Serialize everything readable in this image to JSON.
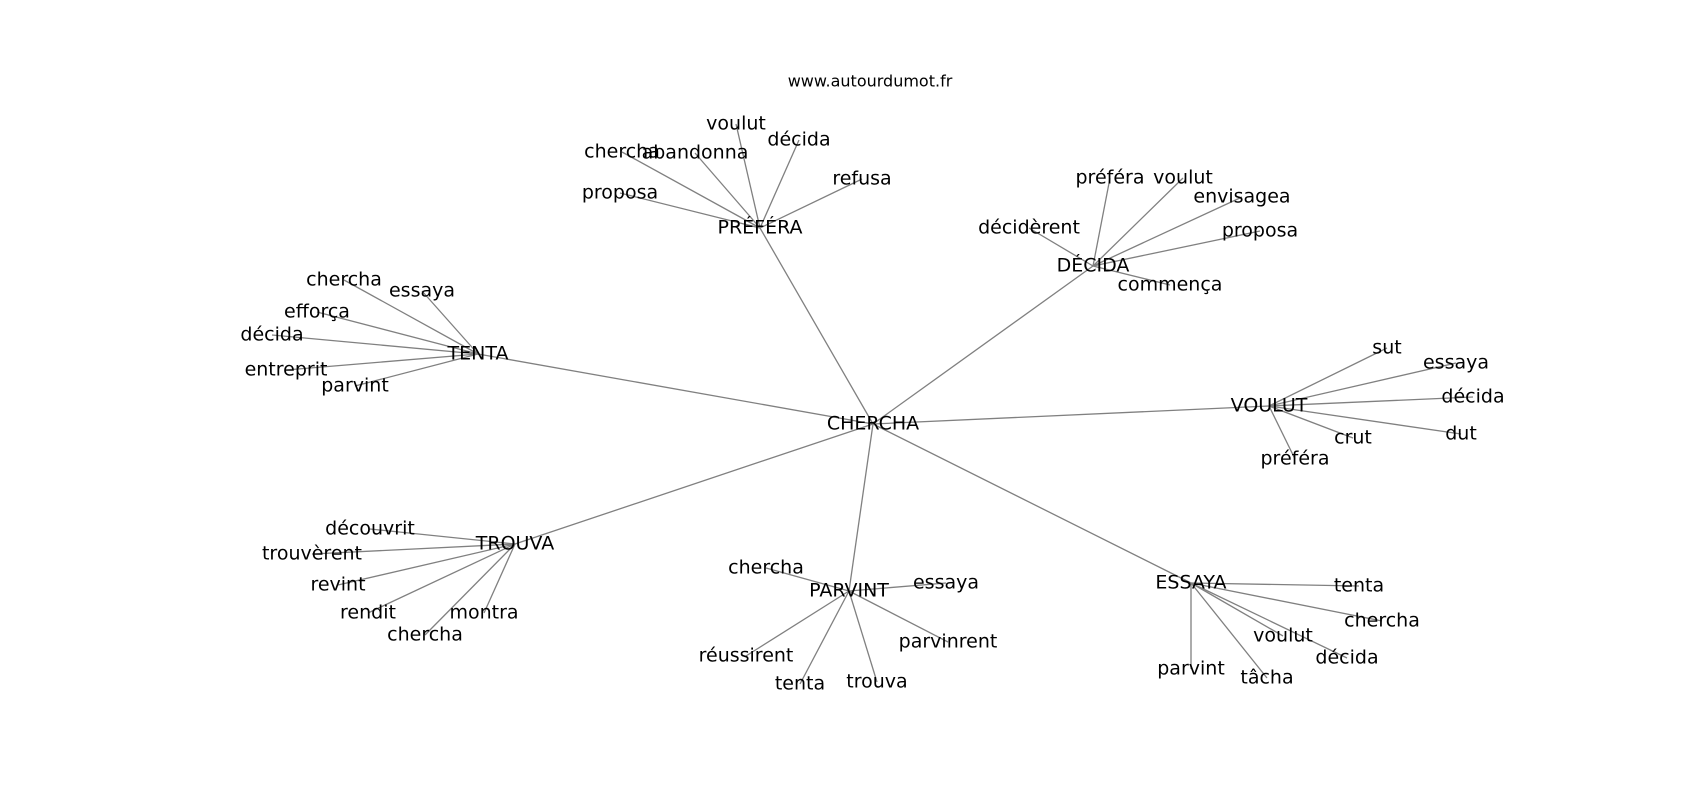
{
  "site_label": "www.autourdumot.fr",
  "edge_color": "#808080",
  "text_color": "#000000",
  "center": {
    "id": "chercha",
    "label": "CHERCHA"
  },
  "hubs": [
    {
      "id": "prefera",
      "label": "PRÉFÉRA",
      "leaves": [
        "voulut",
        "décida",
        "chercha",
        "abandonna",
        "refusa",
        "proposa"
      ]
    },
    {
      "id": "decida",
      "label": "DÉCIDA",
      "leaves": [
        "préféra",
        "voulut",
        "envisagea",
        "décidèrent",
        "proposa",
        "commença"
      ]
    },
    {
      "id": "tenta",
      "label": "TENTA",
      "leaves": [
        "chercha",
        "essaya",
        "efforça",
        "décida",
        "entreprit",
        "parvint"
      ]
    },
    {
      "id": "voulut",
      "label": "VOULUT",
      "leaves": [
        "sut",
        "essaya",
        "décida",
        "dut",
        "crut",
        "préféra"
      ]
    },
    {
      "id": "trouva",
      "label": "TROUVA",
      "leaves": [
        "découvrit",
        "trouvèrent",
        "revint",
        "rendit",
        "montra",
        "chercha"
      ]
    },
    {
      "id": "parvint",
      "label": "PARVINT",
      "leaves": [
        "chercha",
        "essaya",
        "parvinrent",
        "réussirent",
        "tenta",
        "trouva"
      ]
    },
    {
      "id": "essaya",
      "label": "ESSAYA",
      "leaves": [
        "tenta",
        "chercha",
        "voulut",
        "décida",
        "parvint",
        "tâcha"
      ]
    }
  ]
}
